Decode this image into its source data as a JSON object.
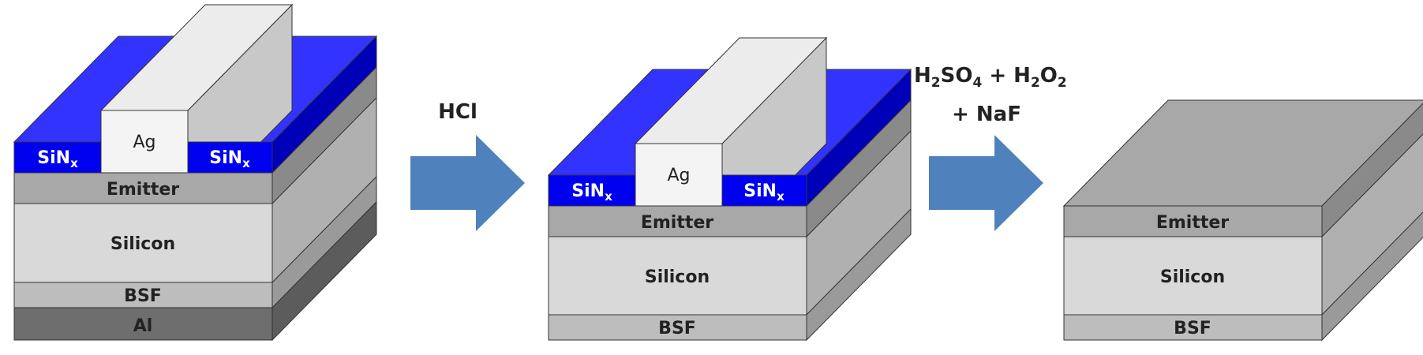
{
  "colors": {
    "sinx_front": "#0000f0",
    "sinx_top": "#3333ff",
    "sinx_side": "#0000b8",
    "ag_front": "#f4f4f4",
    "ag_top": "#ececec",
    "ag_side": "#c8c8c8",
    "emitter": "#a8a8a8",
    "silicon": "#d9d9d9",
    "bsf": "#bdbdbd",
    "al": "#6e6e6e",
    "arrow": "#4f81bd",
    "outline": "#333333"
  },
  "stage1": {
    "sinx_left": "SiN",
    "sinx_left_sub": "x",
    "ag": "Ag",
    "sinx_right": "SiN",
    "sinx_right_sub": "x",
    "emitter": "Emitter",
    "silicon": "Silicon",
    "bsf": "BSF",
    "al": "Al"
  },
  "arrow1": {
    "label": "HCl"
  },
  "stage2": {
    "sinx_left": "SiN",
    "sinx_left_sub": "x",
    "ag": "Ag",
    "sinx_right": "SiN",
    "sinx_right_sub": "x",
    "emitter": "Emitter",
    "silicon": "Silicon",
    "bsf": "BSF"
  },
  "arrow2": {
    "h1": "H",
    "h1_sub": "2",
    "so": "SO",
    "so_sub": "4",
    "plus1": " + H",
    "h2_sub": "2",
    "o": "O",
    "o_sub": "2",
    "line2": "+ NaF"
  },
  "stage3": {
    "emitter": "Emitter",
    "silicon": "Silicon",
    "bsf": "BSF"
  }
}
